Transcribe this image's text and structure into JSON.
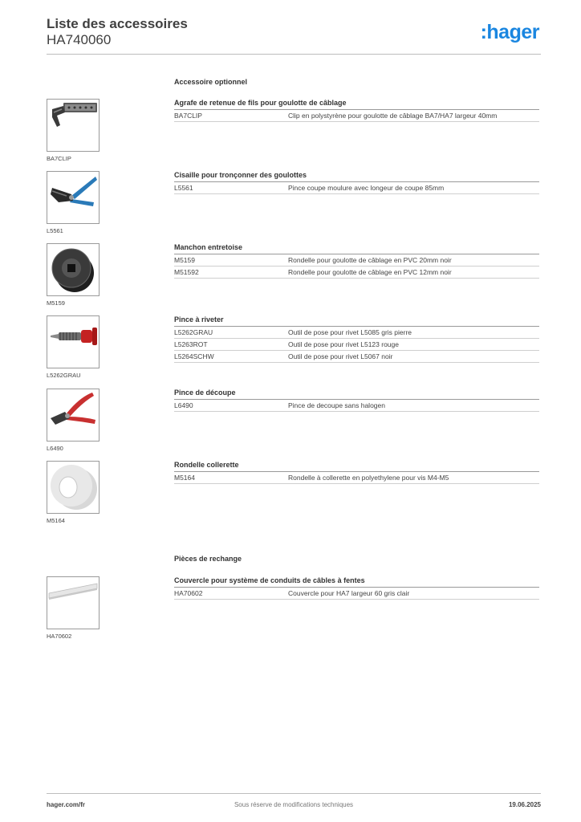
{
  "header": {
    "title": "Liste des accessoires",
    "subtitle": "HA740060",
    "logo_mark": ":",
    "logo_text": "hager"
  },
  "colors": {
    "brand": "#1a86e0",
    "rule": "#9a9a9a",
    "text": "#333333"
  },
  "sections": [
    {
      "title": "Accessoire optionnel",
      "groups": [
        {
          "name": "Agrafe de retenue de fils pour goulotte de câblage",
          "thumb_icon": "wire-clip-icon",
          "caption": "BA7CLIP",
          "rows": [
            {
              "ref": "BA7CLIP",
              "desc": "Clip en polystyrène pour goulotte de câblage BA7/HA7 largeur 40mm"
            }
          ]
        },
        {
          "name": "Cisaille pour tronçonner des goulottes",
          "thumb_icon": "shears-icon",
          "caption": "L5561",
          "rows": [
            {
              "ref": "L5561",
              "desc": "Pince coupe moulure avec longeur de coupe 85mm"
            }
          ]
        },
        {
          "name": "Manchon entretoise",
          "thumb_icon": "spacer-sleeve-icon",
          "caption": "M5159",
          "rows": [
            {
              "ref": "M5159",
              "desc": "Rondelle pour goulotte de câblage en PVC 20mm noir"
            },
            {
              "ref": "M51592",
              "desc": "Rondelle pour goulotte de câblage en PVC 12mm noir"
            }
          ]
        },
        {
          "name": "Pince à riveter",
          "thumb_icon": "rivet-tool-icon",
          "caption": "L5262GRAU",
          "rows": [
            {
              "ref": "L5262GRAU",
              "desc": "Outil de pose pour rivet L5085 gris pierre"
            },
            {
              "ref": "L5263ROT",
              "desc": "Outil de pose pour rivet L5123 rouge"
            },
            {
              "ref": "L5264SCHW",
              "desc": "Outil de pose pour rivet L5067 noir"
            }
          ]
        },
        {
          "name": "Pince de découpe",
          "thumb_icon": "cutting-pliers-icon",
          "caption": "L6490",
          "rows": [
            {
              "ref": "L6490",
              "desc": "Pince de decoupe sans halogen"
            }
          ]
        },
        {
          "name": "Rondelle collerette",
          "thumb_icon": "collar-washer-icon",
          "caption": "M5164",
          "rows": [
            {
              "ref": "M5164",
              "desc": "Rondelle à collerette en polyethylene pour vis M4-M5"
            }
          ]
        }
      ]
    },
    {
      "title": "Pièces de rechange",
      "groups": [
        {
          "name": "Couvercle pour système de conduits de câbles à fentes",
          "thumb_icon": "duct-cover-icon",
          "caption": "HA70602",
          "rows": [
            {
              "ref": "HA70602",
              "desc": "Couvercle pour HA7 largeur 60  gris clair"
            }
          ]
        }
      ]
    }
  ],
  "footer": {
    "site": "hager.com/fr",
    "note": "Sous réserve de modifications techniques",
    "date": "19.06.2025"
  }
}
